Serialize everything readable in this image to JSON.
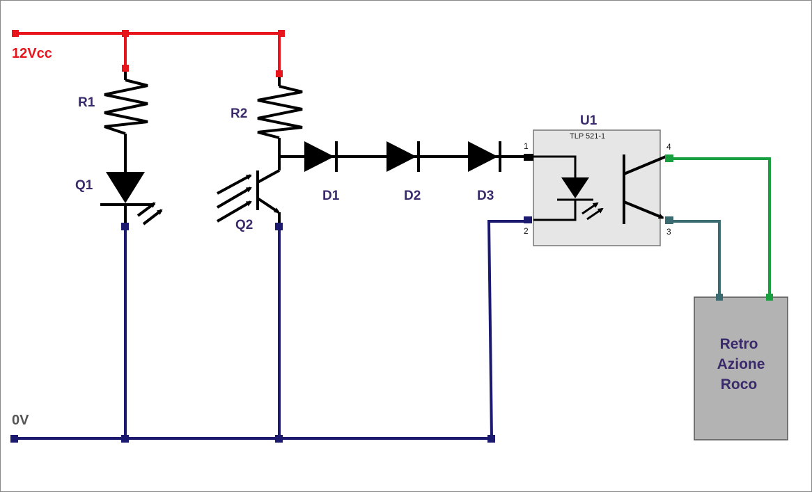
{
  "rails": {
    "supply_label": "12Vcc",
    "ground_label": "0V"
  },
  "components": {
    "r1": "R1",
    "r2": "R2",
    "q1": "Q1",
    "q2": "Q2",
    "d1": "D1",
    "d2": "D2",
    "d3": "D3",
    "u1": "U1",
    "u1_part": "TLP 521-1"
  },
  "pins": {
    "p1": "1",
    "p2": "2",
    "p3": "3",
    "p4": "4"
  },
  "module": {
    "line1": "Retro",
    "line2": "Azione",
    "line3": "Roco"
  },
  "colors": {
    "supply": "#e8141b",
    "ground": "#1c1a6e",
    "signal": "#000000",
    "pin3_wire": "#3a6b70",
    "pin4_wire": "#18a040",
    "ic_fill": "#e6e6e6",
    "module_fill": "#b3b3b3",
    "component_label": "#3b2a6b",
    "ground_label": "#555555"
  }
}
